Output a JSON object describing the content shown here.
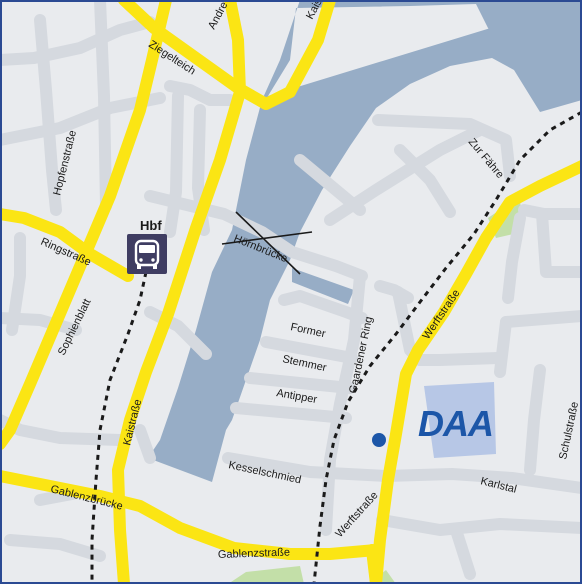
{
  "map": {
    "colors": {
      "background": "#e9ebee",
      "water": "#97adc6",
      "minor_road": "#d5d9df",
      "major_road": "#fbe514",
      "rail": "#1a1a1a",
      "green": "#c3dfa8",
      "frame": "#2b4a93",
      "logo_blue": "#1c56a8",
      "logo_backdrop": "#b7c7e6",
      "station_icon_bg": "#3f3d62"
    },
    "station": {
      "label": "Hbf",
      "icon": "bus-icon"
    },
    "logo": {
      "text": "DAA"
    },
    "marker": {
      "icon": "location-dot-icon"
    },
    "streets": {
      "andre": "Andre",
      "kais_top": "Kais",
      "ziegelteich": "Ziegelteich",
      "hopfenstrasse": "Hopfenstraße",
      "ringstrasse": "Ringstraße",
      "sophienblatt": "Sophienblatt",
      "hoernbruecke": "Hörnbrücke",
      "zur_faehre": "Zur Fähre",
      "werftstrasse_upper": "Werftstraße",
      "werftstrasse_lower": "Werftstraße",
      "former": "Former",
      "stemmer": "Stemmer",
      "antipper": "Antipper",
      "gaardener_ring": "Gaardener Ring",
      "kaistrasse": "Kaistraße",
      "kesselschmied": "Kesselschmied",
      "gablenzbruecke": "Gablenzbrücke",
      "gablenzstrasse": "Gablenzstraße",
      "karlstal": "Karlstal",
      "schulstrasse": "Schulstraße"
    }
  }
}
